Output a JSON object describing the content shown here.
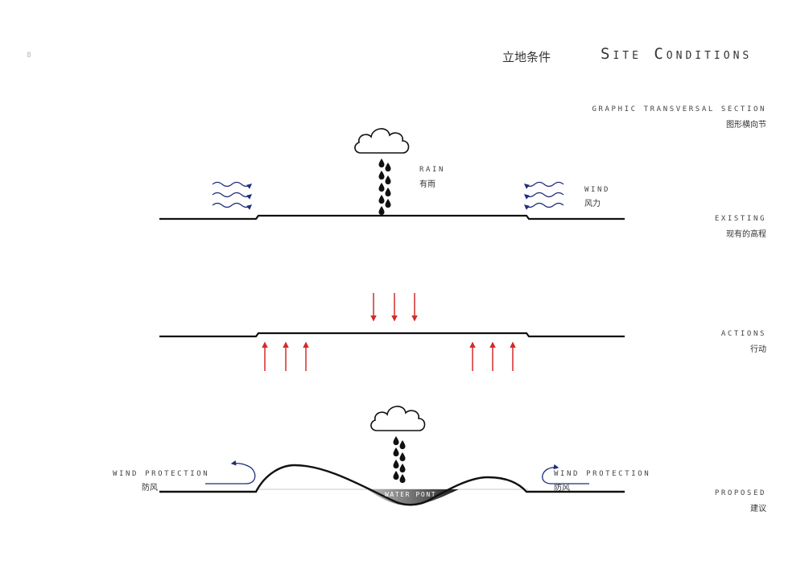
{
  "page": {
    "number": "8"
  },
  "header": {
    "title_cn": "立地条件",
    "title_en": "Site Conditions"
  },
  "legend": {
    "section_en": "GRAPHIC TRANSVERSAL SECTION",
    "section_cn": "图形横向节",
    "existing_en": "EXISTING",
    "existing_cn": "现有的高程",
    "actions_en": "ACTIONS",
    "actions_cn": "行动",
    "proposed_en": "PROPOSED",
    "proposed_cn": "建议"
  },
  "existing": {
    "rain_en": "RAIN",
    "rain_cn": "有雨",
    "wind_en": "WIND",
    "wind_cn": "风力"
  },
  "proposed": {
    "wind_protection_left_en": "WIND PROTECTION",
    "wind_protection_left_cn": "防风",
    "wind_protection_right_en": "WIND PROTECTION",
    "wind_protection_right_cn": "防风",
    "water_pond": "WATER PONT"
  },
  "colors": {
    "wind_arrow": "#1f2d7a",
    "action_arrow": "#d42a2a",
    "ground": "#111111"
  },
  "icons": {
    "cloud": "cloud-icon",
    "raindrop": "raindrop-icon"
  }
}
